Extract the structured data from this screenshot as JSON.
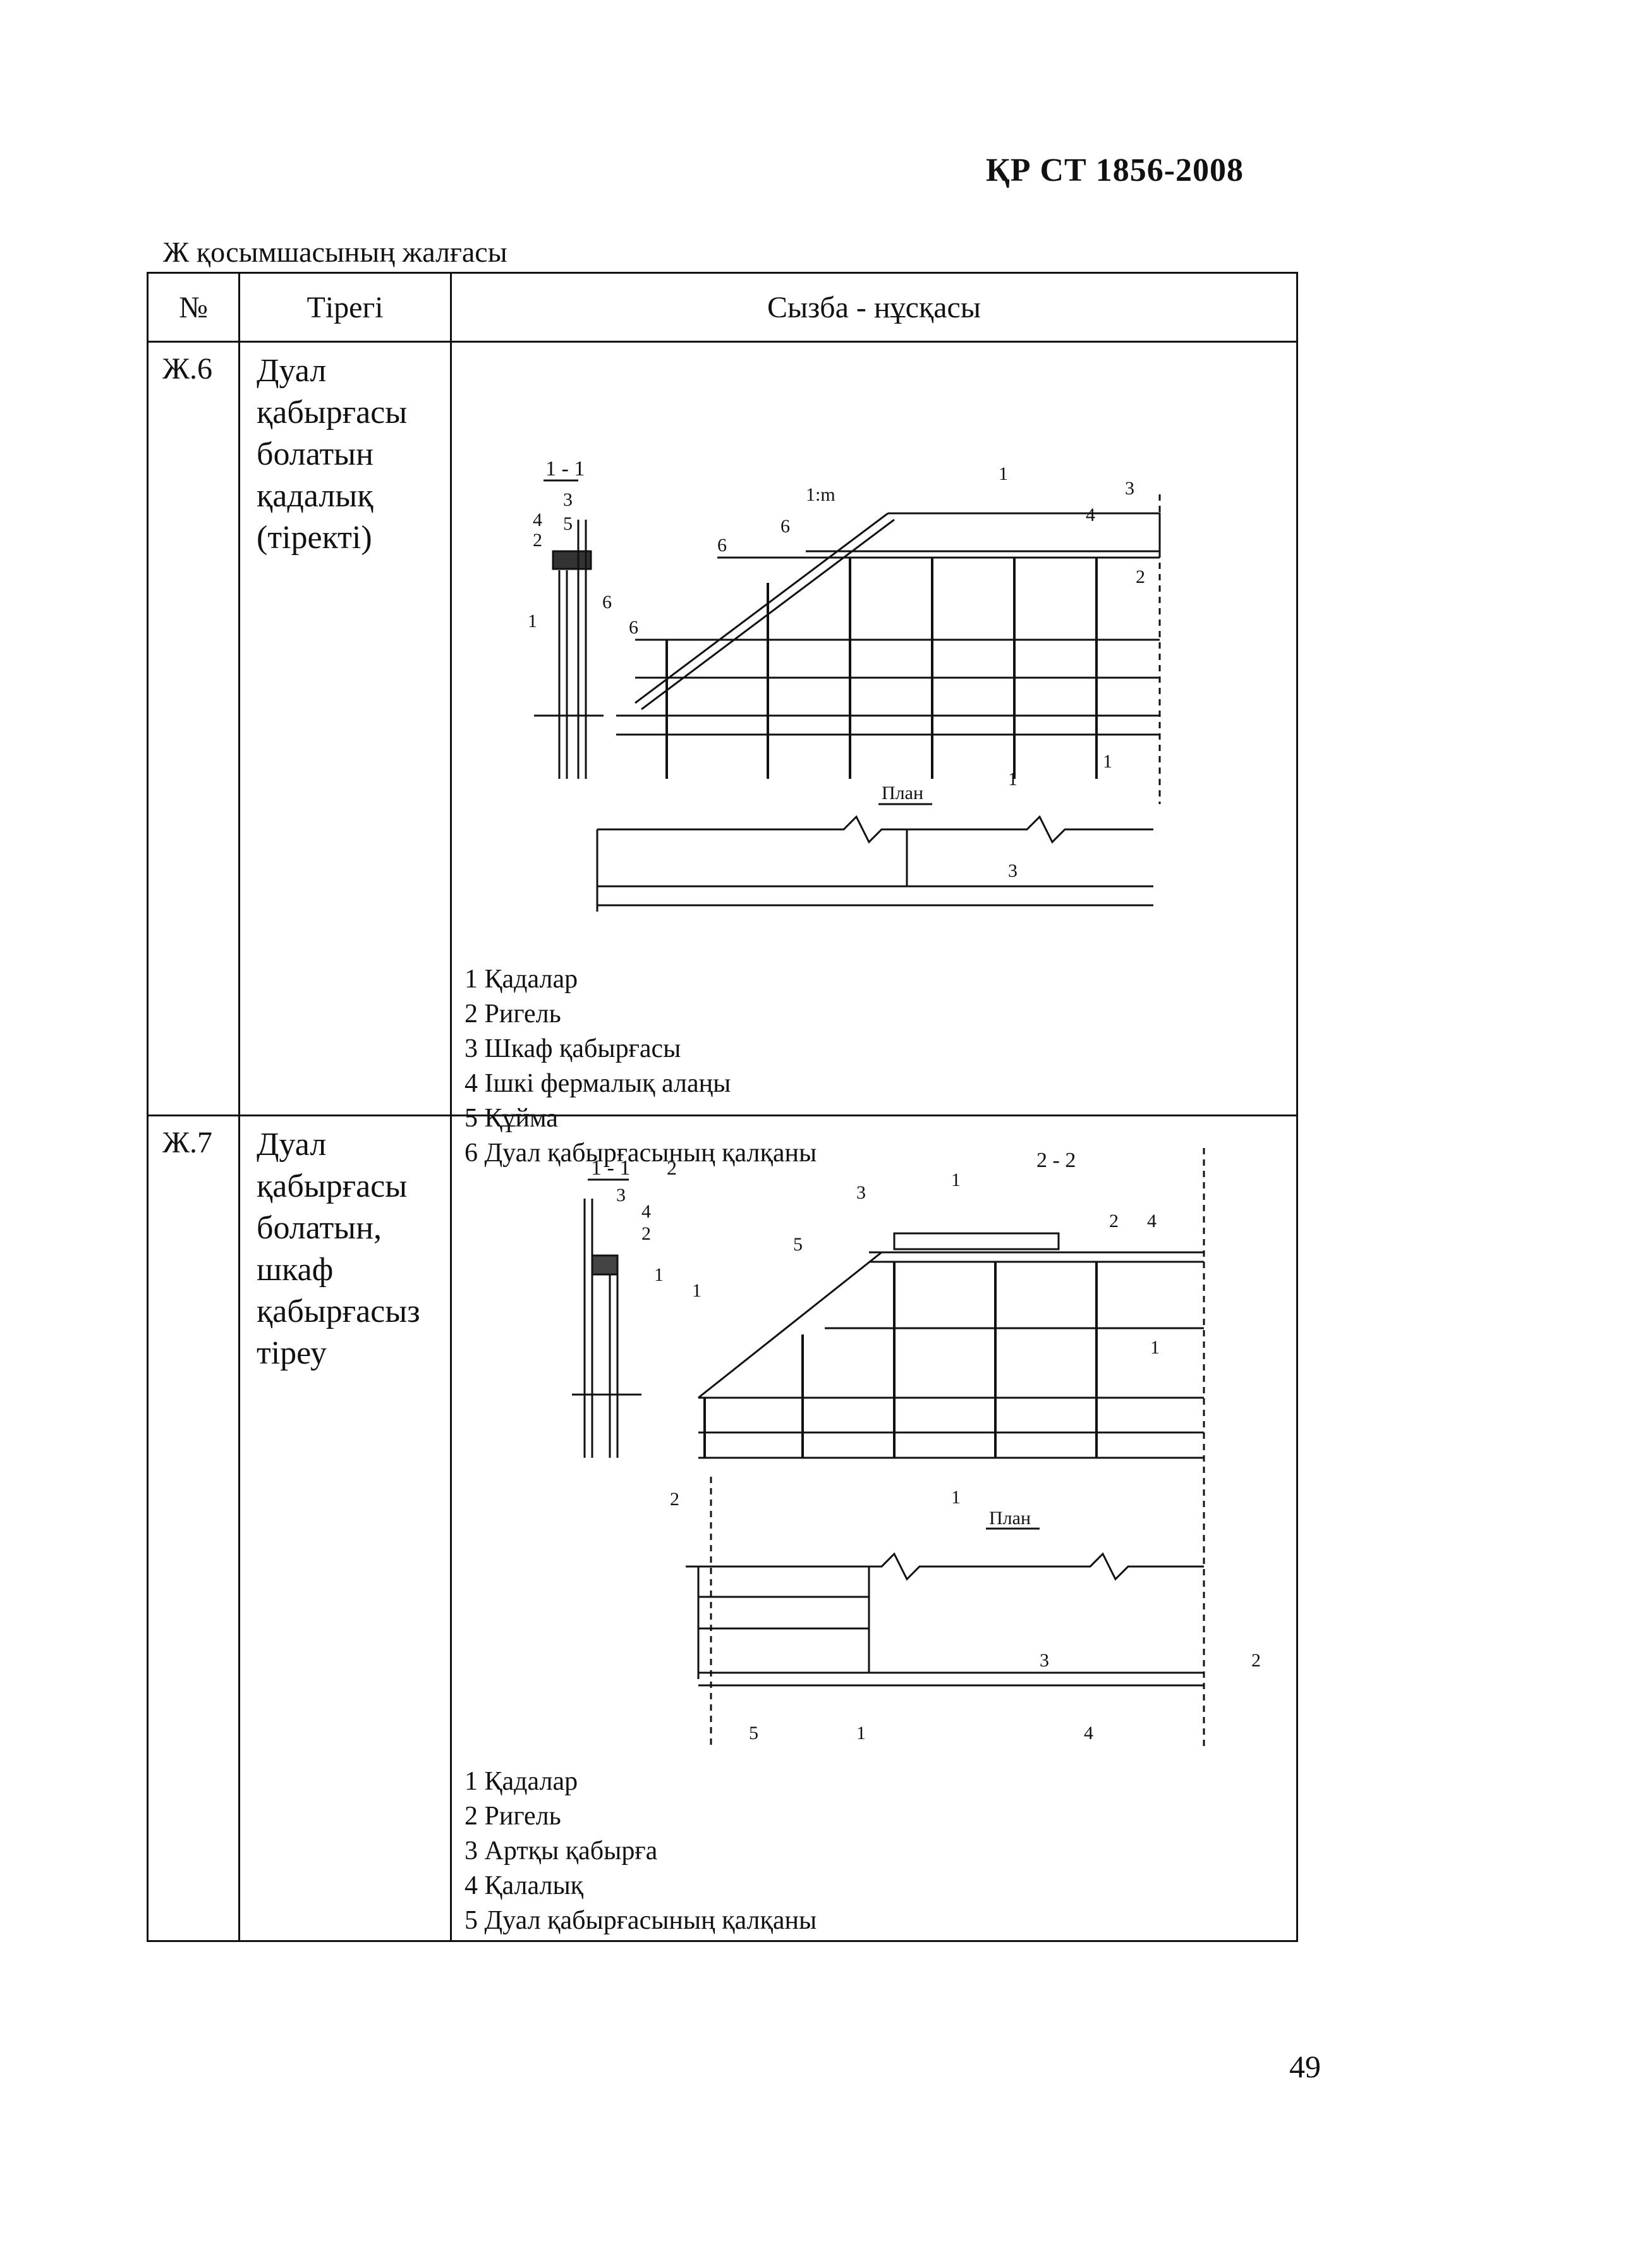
{
  "header": {
    "doc_code": "ҚР СТ 1856-2008"
  },
  "caption": "Ж қосымшасының жалғасы",
  "table": {
    "columns": [
      "№",
      "Тірегі",
      "Сызба - нұсқасы"
    ],
    "rows": [
      {
        "num": "Ж.6",
        "name": [
          "Дуал",
          "қабырғасы",
          "болатын",
          "қадалық",
          "(тіректі)"
        ],
        "labels": {
          "section_1_1": "1 - 1",
          "plan": "План",
          "slope": "1:m",
          "mark_1": "1",
          "mark_2": "2",
          "mark_3": "3",
          "mark_4": "4",
          "mark_5": "5",
          "mark_6": "6"
        },
        "legend": [
          "1 Қадалар",
          "2 Ригель",
          "3 Шкаф қабырғасы",
          "4 Ішкі фермалық алаңы",
          "5 Құйма",
          "6 Дуал қабырғасының қалқаны"
        ]
      },
      {
        "num": "Ж.7",
        "name": [
          "Дуал",
          "қабырғасы",
          "болатын,",
          "шкаф",
          "қабырғасыз",
          "тіреу"
        ],
        "labels": {
          "section_1_1": "1 - 1",
          "section_2_2": "2 - 2",
          "plan": "План",
          "mark_1": "1",
          "mark_2": "2",
          "mark_3": "3",
          "mark_4": "4",
          "mark_5": "5"
        },
        "legend": [
          "1 Қадалар",
          "2 Ригель",
          "3 Артқы қабырға",
          "4 Қалалық",
          "5 Дуал қабырғасының қалқаны"
        ]
      }
    ]
  },
  "page_number": "49"
}
